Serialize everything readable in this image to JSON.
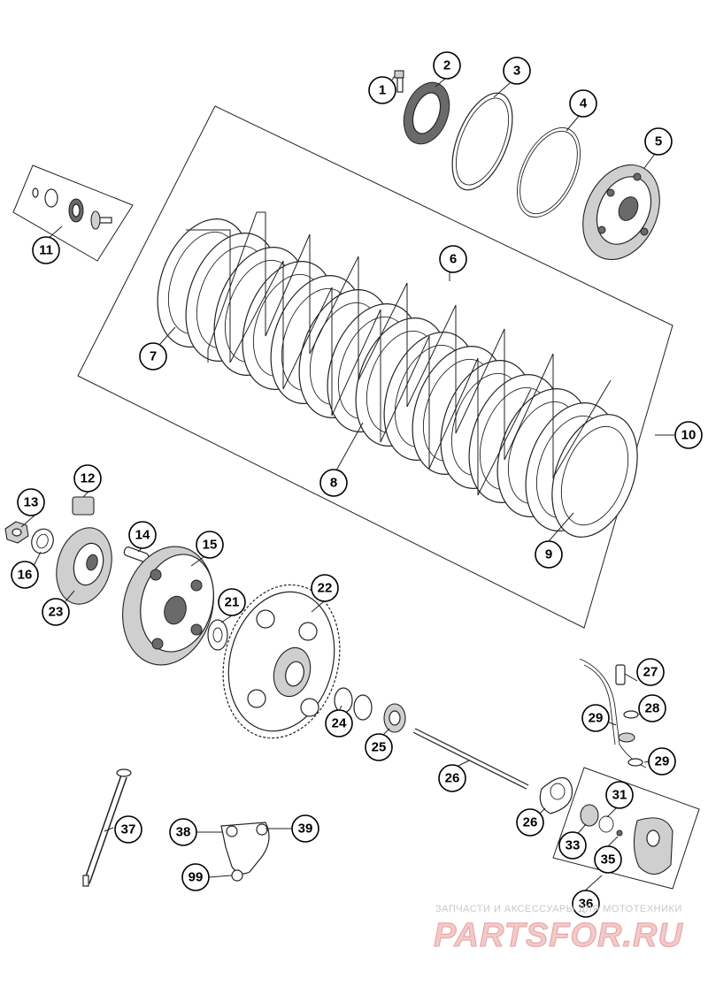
{
  "watermark": {
    "caption": "ЗАПЧАСТИ И АКСЕССУАРЫ ДЛЯ МОТОТЕХНИКИ",
    "brand": "PARTSFOR.RU"
  },
  "callouts": [
    "1",
    "2",
    "3",
    "4",
    "5",
    "6",
    "7",
    "8",
    "9",
    "10",
    "11",
    "12",
    "13",
    "14",
    "15",
    "16",
    "21",
    "22",
    "23",
    "24",
    "25",
    "26",
    "26",
    "27",
    "28",
    "29",
    "29",
    "31",
    "33",
    "35",
    "36",
    "37",
    "38",
    "39",
    "99"
  ]
}
